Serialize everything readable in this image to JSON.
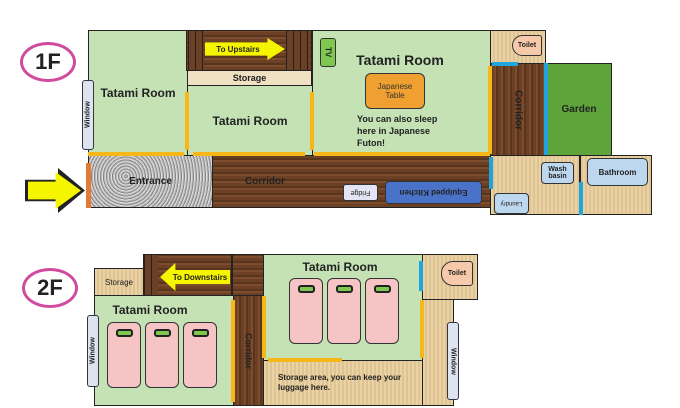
{
  "floor1": {
    "label": "1F",
    "tatami_left": "Tatami Room",
    "window": "Window",
    "stairs": "To Upstairs",
    "storage": "Storage",
    "tatami_middle": "Tatami Room",
    "tatami_main": "Tatami Room",
    "tv": "TV",
    "table": "Japanese Table",
    "note": "You can also sleep here in Japanese Futon!",
    "toilet": "Toilet",
    "corridor_v": "Corridor",
    "garden": "Garden",
    "entrance": "Entrance",
    "corridor_h": "Corridor",
    "fridge": "Fridge",
    "kitchen": "Equipped Kitchen",
    "wash_basin": "Wash basin",
    "bathroom": "Bathroom",
    "laundry": "Laundry"
  },
  "floor2": {
    "label": "2F",
    "storage": "Storage",
    "stairs": "To Downstairs",
    "tatami_left": "Tatami Room",
    "window_left": "Window",
    "corridor": "Corridor",
    "tatami_right": "Tatami Room",
    "toilet": "Toilet",
    "storage_area": "Storage area, you  can keep your luggage here.",
    "window_right": "Window"
  },
  "colors": {
    "tatami": "#c5e2b5",
    "garden": "#5fa33b",
    "door_yellow": "#f5b818",
    "door_blue": "#1ea6dc",
    "arrow": "#f5f500",
    "oval": "#d04aa0"
  }
}
